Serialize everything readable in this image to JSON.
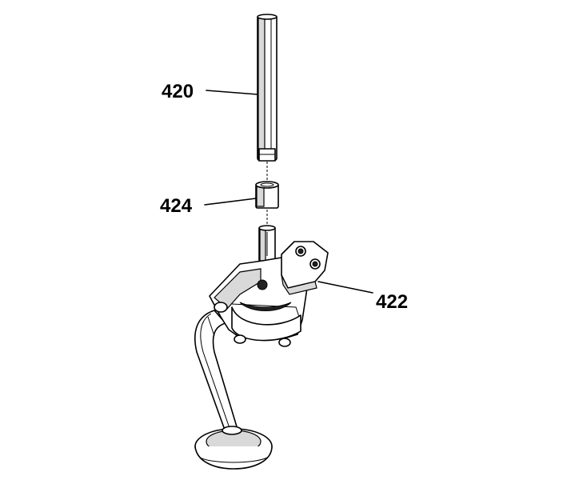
{
  "callouts": {
    "shaft": "420",
    "collar": "424",
    "pump": "422"
  }
}
